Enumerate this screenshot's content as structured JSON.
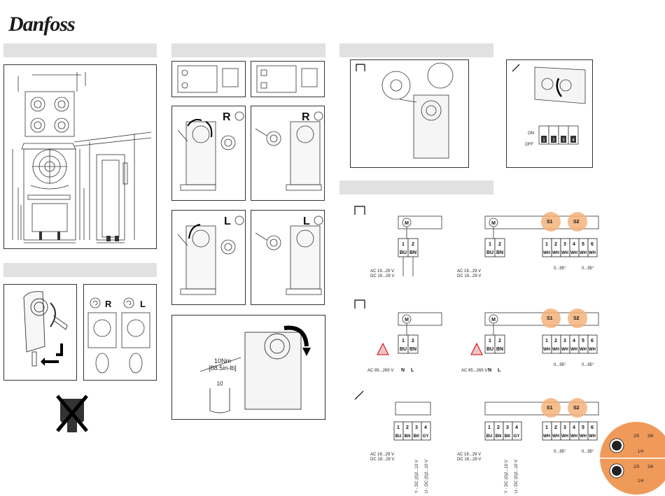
{
  "brand": {
    "logo_text": "Danfoss"
  },
  "torque": {
    "nm": "10Nm",
    "inlb": "[88.5in-lb]",
    "wrench": "10"
  },
  "rotation": {
    "right": "R",
    "left": "L"
  },
  "switch_panel": {
    "on": "ON",
    "off": "OFF",
    "keys": [
      "1",
      "2",
      "3",
      "4"
    ]
  },
  "wiring": {
    "motor_symbol": "M",
    "supply_24": [
      "AC 19...29 V",
      "DC 19...29 V"
    ],
    "supply_230": "AC 85...265 V",
    "terminals_2": [
      "1",
      "2"
    ],
    "colors_2_24": [
      "BU",
      "BN"
    ],
    "colors_2_230": [
      "N",
      "L"
    ],
    "terminals_4": [
      "1",
      "2",
      "3",
      "4"
    ],
    "colors_4": [
      "BU",
      "BN",
      "BK",
      "GY"
    ],
    "aux_terminals": [
      "1",
      "2",
      "3",
      "4",
      "5",
      "6"
    ],
    "aux_colors": [
      "WH",
      "WH",
      "WH",
      "WH",
      "WH",
      "WH"
    ],
    "aux_switches": [
      "S1",
      "S2"
    ],
    "aux_range": "0...95°",
    "signal_y": "Y - DC (0)2...10 V",
    "signal_u": "U - DC (0)2...10 V"
  },
  "dial": {
    "top_labels": [
      "2/5",
      "3/6",
      "1/4"
    ],
    "bottom_labels": [
      "2/5",
      "3/6",
      "1/4"
    ]
  }
}
